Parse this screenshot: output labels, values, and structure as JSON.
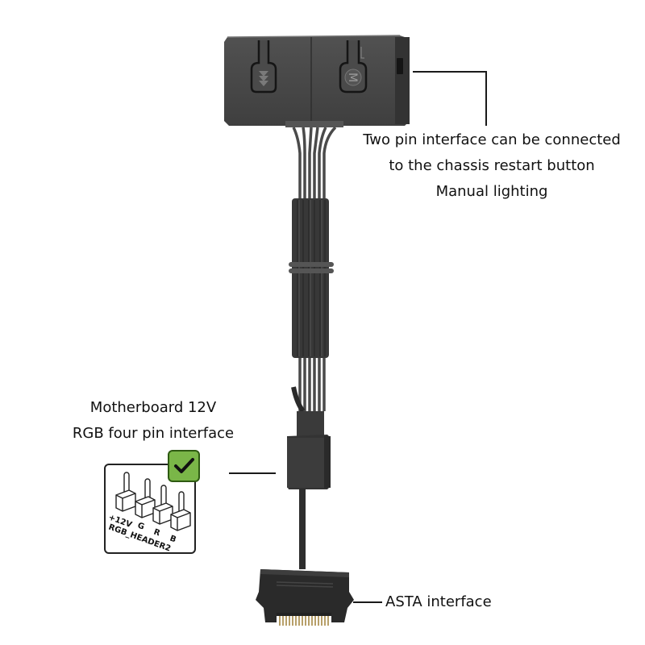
{
  "hub": {
    "buttons": [
      {
        "name": "mode-button",
        "icon": "triple-chevron-down-icon"
      },
      {
        "name": "m-button",
        "glyph": "M"
      }
    ],
    "port": "two-pin-port"
  },
  "callouts": {
    "top_right": {
      "lines": [
        "Two pin interface can be connected",
        "to the chassis restart button",
        "Manual lighting"
      ]
    },
    "left": {
      "lines": [
        "Motherboard 12V",
        "RGB four pin interface"
      ]
    },
    "bottom_right": {
      "text": "ASTA interface"
    }
  },
  "header_diagram": {
    "pins": [
      "+12V",
      "G",
      "R",
      "B"
    ],
    "header_name": "RGB_HEADER2",
    "check_color": "#7ab648",
    "check_icon": "checkmark-icon"
  },
  "colors": {
    "device_body": "#444444",
    "cable": "#3a3a3a",
    "text": "#111111",
    "badge": "#7ab648"
  }
}
